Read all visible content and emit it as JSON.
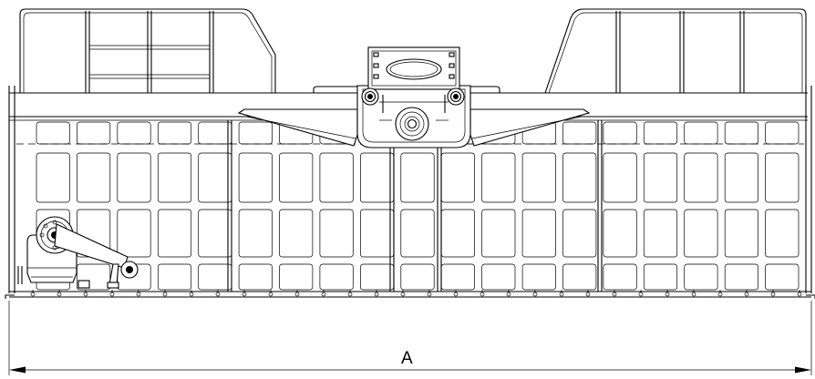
{
  "dimension": {
    "label": "A"
  },
  "frame": {
    "grid_columns": 19,
    "grid_rows": 4
  },
  "colors": {
    "line": "#000000",
    "background": "#ffffff"
  }
}
